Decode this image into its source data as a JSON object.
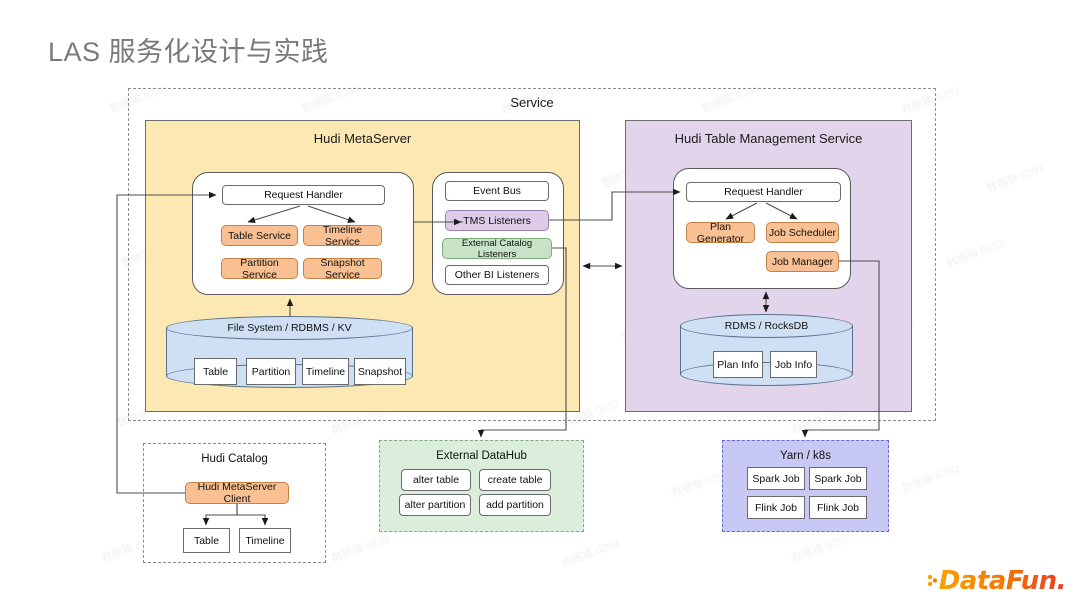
{
  "page": {
    "title": "LAS 服务化设计与实践",
    "watermark_text": "数据猿 0293"
  },
  "service": {
    "label": "Service",
    "metaserver": {
      "title": "Hudi MetaServer",
      "handler": "Request Handler",
      "services": [
        "Table Service",
        "Timeline Service",
        "Partition Service",
        "Snapshot Service"
      ],
      "listeners": [
        "Event Bus",
        "TMS Listeners",
        "External Catalog Listeners",
        "Other BI Listeners"
      ],
      "storage": {
        "label": "File System /  RDBMS /  KV",
        "items": [
          "Table",
          "Partition",
          "Timeline",
          "Snapshot"
        ]
      }
    },
    "tms": {
      "title": "Hudi Table Management Service",
      "handler": "Request Handler",
      "components": [
        "Plan Generator",
        "Job Scheduler",
        "Job Manager"
      ],
      "storage": {
        "label": "RDMS / RocksDB",
        "items": [
          "Plan Info",
          "Job Info"
        ]
      }
    }
  },
  "catalog": {
    "title": "Hudi Catalog",
    "client": "Hudi MetaServer Client",
    "items": [
      "Table",
      "Timeline"
    ]
  },
  "datahub": {
    "title": "External DataHub",
    "items": [
      "alter table",
      "create table",
      "alter partition",
      "add partition"
    ]
  },
  "runtime": {
    "title": "Yarn / k8s",
    "items": [
      "Spark Job",
      "Spark Job",
      "Flink Job",
      "Flink Job"
    ]
  },
  "branding": {
    "logo_text": "DataFun."
  },
  "colors": {
    "panel_yellow": "#fbe8b2",
    "panel_purple": "#e2d4ea",
    "node_orange": "#f9c193",
    "node_purple": "#ddcbe8",
    "node_green": "#c8e2c8",
    "cylinder_blue": "#cfe0f4",
    "section_green": "#dbeedb",
    "section_purple": "#c8c8f5",
    "title_gray": "#7a7a7a"
  }
}
